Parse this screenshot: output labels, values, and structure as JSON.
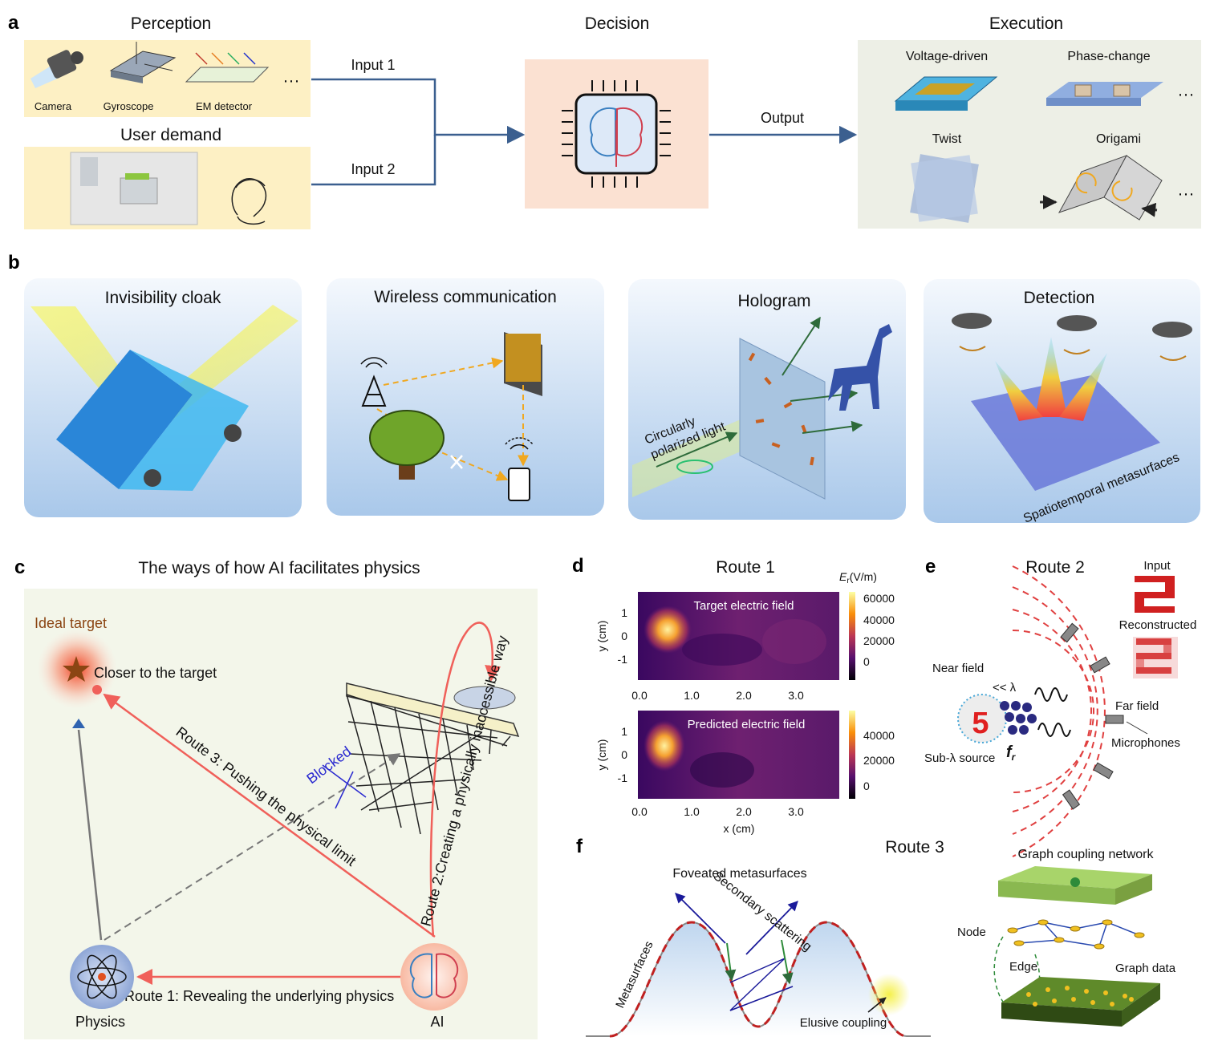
{
  "panel_letters": {
    "a": "a",
    "b": "b",
    "c": "c",
    "d": "d",
    "e": "e",
    "f": "f"
  },
  "panel_a": {
    "perception_title": "Perception",
    "sensors": [
      "Camera",
      "Gyroscope",
      "EM detector"
    ],
    "sensors_more": "···",
    "user_demand_title": "User demand",
    "input1": "Input 1",
    "input2": "Input 2",
    "decision_title": "Decision",
    "output": "Output",
    "execution_title": "Execution",
    "execution_items": [
      "Voltage-driven",
      "Phase-change",
      "Twist",
      "Origami"
    ],
    "execution_more": "···"
  },
  "panel_b": {
    "titles": [
      "Invisibility cloak",
      "Wireless communication",
      "Hologram",
      "Detection"
    ],
    "hologram_note": "Circularly polarized light",
    "detection_note": "Spatiotemporal metasurfaces"
  },
  "panel_c": {
    "title": "The ways of how AI facilitates physics",
    "ideal_target": "Ideal target",
    "closer": "Closer to the target",
    "route1": "Route 1: Revealing the underlying physics",
    "route2": "Route 2:Creating a physically  inaccessible way",
    "route3": "Route 3: Pushing the physical limit",
    "blocked": "Blocked",
    "physics": "Physics",
    "ai": "AI",
    "colors": {
      "route": "#f0605a",
      "blocked": "#2a2ad0",
      "target": "#8b4513"
    }
  },
  "panel_d": {
    "title": "Route 1",
    "target_label": "Target electric field",
    "predicted_label": "Predicted electric field",
    "colorbar_unit_sym": "E",
    "colorbar_unit_sub": "r",
    "colorbar_unit_rest": "(V/m)",
    "top_cbar_ticks": [
      "60000",
      "40000",
      "20000",
      "0"
    ],
    "bottom_cbar_ticks": [
      "40000",
      "20000",
      "0"
    ],
    "y_ticks": [
      "1",
      "0",
      "-1"
    ],
    "x_ticks": [
      "0.0",
      "1.0",
      "2.0",
      "3.0"
    ],
    "ylabel": "y (cm)",
    "xlabel": "x (cm)"
  },
  "panel_e": {
    "title": "Route 2",
    "input": "Input",
    "reconstructed": "Reconstructed",
    "near_field": "Near field",
    "lambda": "<< λ",
    "far_field": "Far field",
    "microphones": "Microphones",
    "sub_source": "Sub-λ source",
    "fr": "f",
    "fr_sub": "r",
    "digit": "5"
  },
  "panel_f": {
    "title": "Route 3",
    "foveated": "Foveated metasurfaces",
    "metasurfaces": "Metasurfaces",
    "secondary": "Secondary scattering",
    "elusive": "Elusive coupling",
    "gcn": "Graph coupling network",
    "node": "Node",
    "edge": "Edge",
    "graph_data": "Graph data"
  }
}
